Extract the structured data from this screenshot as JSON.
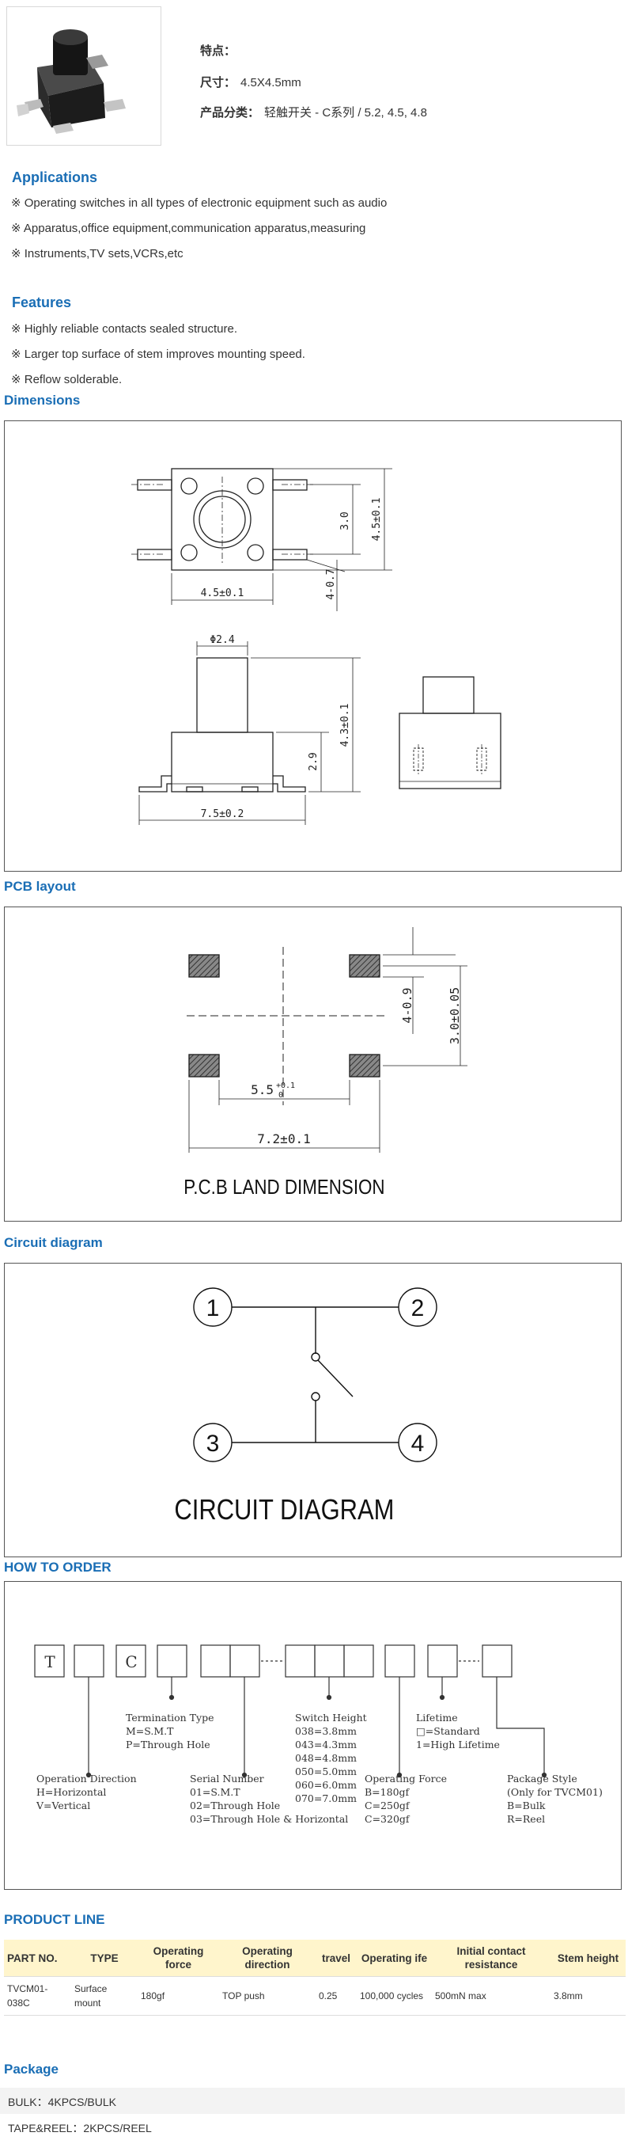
{
  "header": {
    "feature_label": "特点：",
    "size_label": "尺寸：",
    "size_value": "4.5X4.5mm",
    "category_label": "产品分类：",
    "category_value": "轻触开关 - C系列 / 5.2, 4.5, 4.8"
  },
  "applications": {
    "title": "Applications",
    "items": [
      "※ Operating switches in all types of electronic equipment such as audio",
      "※ Apparatus,office equipment,communication apparatus,measuring",
      "※ Instruments,TV sets,VCRs,etc"
    ]
  },
  "features": {
    "title": "Features",
    "items": [
      "※ Highly reliable contacts sealed structure.",
      "※ Larger top surface of stem improves mounting speed.",
      "※ Reflow solderable."
    ]
  },
  "dimensions": {
    "title": "Dimensions",
    "labels": {
      "width": "4.5±0.1",
      "height_side": "4.5±0.1",
      "inner": "3.0",
      "lead": "4-0.7",
      "stem": "Φ2.4",
      "total_h": "4.3±0.1",
      "body_h": "2.9",
      "span": "7.5±0.2"
    }
  },
  "pcb": {
    "title": "PCB layout",
    "caption": "P.C.B LAND DIMENSION",
    "labels": {
      "pad": "4-0.9",
      "vert": "3.0±0.05",
      "pitch": "5.5",
      "pitch_tol_up": "+0.1",
      "pitch_tol_dn": "0",
      "span": "7.2±0.1"
    }
  },
  "circuit": {
    "title": "Circuit diagram",
    "caption": "CIRCUIT DIAGRAM",
    "nodes": [
      "1",
      "2",
      "3",
      "4"
    ]
  },
  "order": {
    "title": "HOW TO ORDER",
    "box_t": "T",
    "box_c": "C",
    "termination": [
      "Termination Type",
      "M=S.M.T",
      "P=Through Hole"
    ],
    "switch_height": [
      "Switch Height",
      "038=3.8mm",
      "043=4.3mm",
      "048=4.8mm",
      "050=5.0mm",
      "060=6.0mm",
      "070=7.0mm"
    ],
    "lifetime": [
      "Lifetime",
      "□=Standard",
      "1=High Lifetime"
    ],
    "operation_direction": [
      "Operation Direction",
      "H=Horizontal",
      "V=Vertical"
    ],
    "serial": [
      "Serial Number",
      "01=S.M.T",
      "02=Through Hole",
      "03=Through Hole & Horizontal"
    ],
    "operating_force": [
      "Operating Force",
      "B=180gf",
      "C=250gf",
      "C=320gf"
    ],
    "package_style": [
      "Package Style",
      "(Only for TVCM01)",
      "B=Bulk",
      "R=Reel"
    ]
  },
  "product_line": {
    "title": "PRODUCT LINE",
    "headers": [
      "PART NO.",
      "TYPE",
      "Operating force",
      "Operating direction",
      "travel",
      "Operating ife",
      "Initial contact resistance",
      "Stem height"
    ],
    "rows": [
      [
        "TVCM01-038C",
        "Surface mount",
        "180gf",
        "TOP push",
        "0.25",
        "100,000 cycles",
        "500mN max",
        "3.8mm"
      ]
    ]
  },
  "package": {
    "title": "Package",
    "bulk": "BULK：4KPCS/BULK",
    "reel": "TAPE&REEL：2KPCS/REEL"
  }
}
